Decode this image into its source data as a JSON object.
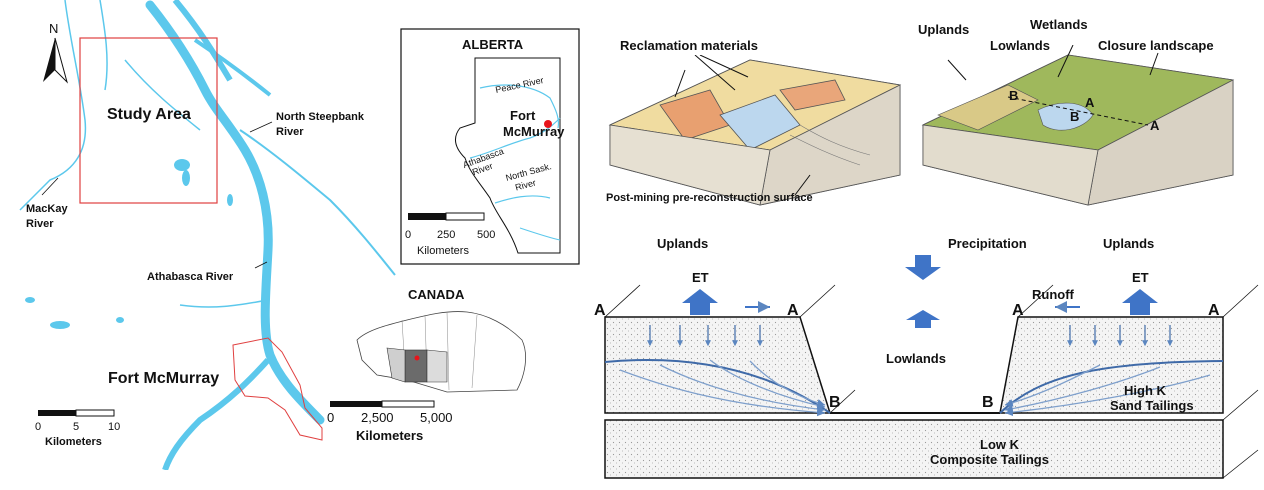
{
  "study_map": {
    "north_label": "N",
    "study_area": "Study Area",
    "rivers": {
      "north_steepbank_1": "North Steepbank",
      "north_steepbank_2": "River",
      "mackay_1": "MacKay",
      "mackay_2": "River",
      "athabasca": "Athabasca River"
    },
    "city": "Fort McMurray",
    "scale": {
      "ticks": [
        "0",
        "5",
        "10"
      ],
      "unit": "Kilometers"
    },
    "colors": {
      "water": "#5cc8ec",
      "study_box": "#e04040",
      "boundary": "#e04040"
    }
  },
  "alberta_inset": {
    "title": "ALBERTA",
    "city_1": "Fort",
    "city_2": "McMurray",
    "rivers": {
      "peace": "Peace River",
      "athabasca_1": "Athabasca",
      "athabasca_2": "River",
      "north_sask_1": "North Sask.",
      "north_sask_2": "River"
    },
    "scale": {
      "ticks": [
        "0",
        "250",
        "500"
      ],
      "unit": "Kilometers"
    },
    "city_color": "#e8141b"
  },
  "canada_inset": {
    "title": "CANADA",
    "scale": {
      "ticks": [
        "0",
        "2,500",
        "5,000"
      ],
      "unit": "Kilometers"
    }
  },
  "landscape": {
    "reclamation": "Reclamation materials",
    "post_mining": "Post-mining pre-reconstruction surface",
    "uplands": "Uplands",
    "wetlands": "Wetlands",
    "lowlands": "Lowlands",
    "closure": "Closure landscape",
    "points": {
      "b1": "B",
      "a1": "A",
      "b2": "B",
      "a2": "A"
    }
  },
  "cross_section": {
    "uplands_left": "Uplands",
    "uplands_right": "Uplands",
    "precipitation": "Precipitation",
    "et_left": "ET",
    "et_right": "ET",
    "runoff": "Runoff",
    "lowlands": "Lowlands",
    "points": {
      "a_left": "A",
      "a_mid_left": "A",
      "a_mid_right": "A",
      "a_right": "A",
      "b_left": "B",
      "b_right": "B"
    },
    "high_k_1": "High K",
    "high_k_2": "Sand Tailings",
    "low_k_1": "Low K",
    "low_k_2": "Composite Tailings",
    "colors": {
      "arrow": "#3f74c7",
      "flow": "#5b86c0"
    }
  }
}
